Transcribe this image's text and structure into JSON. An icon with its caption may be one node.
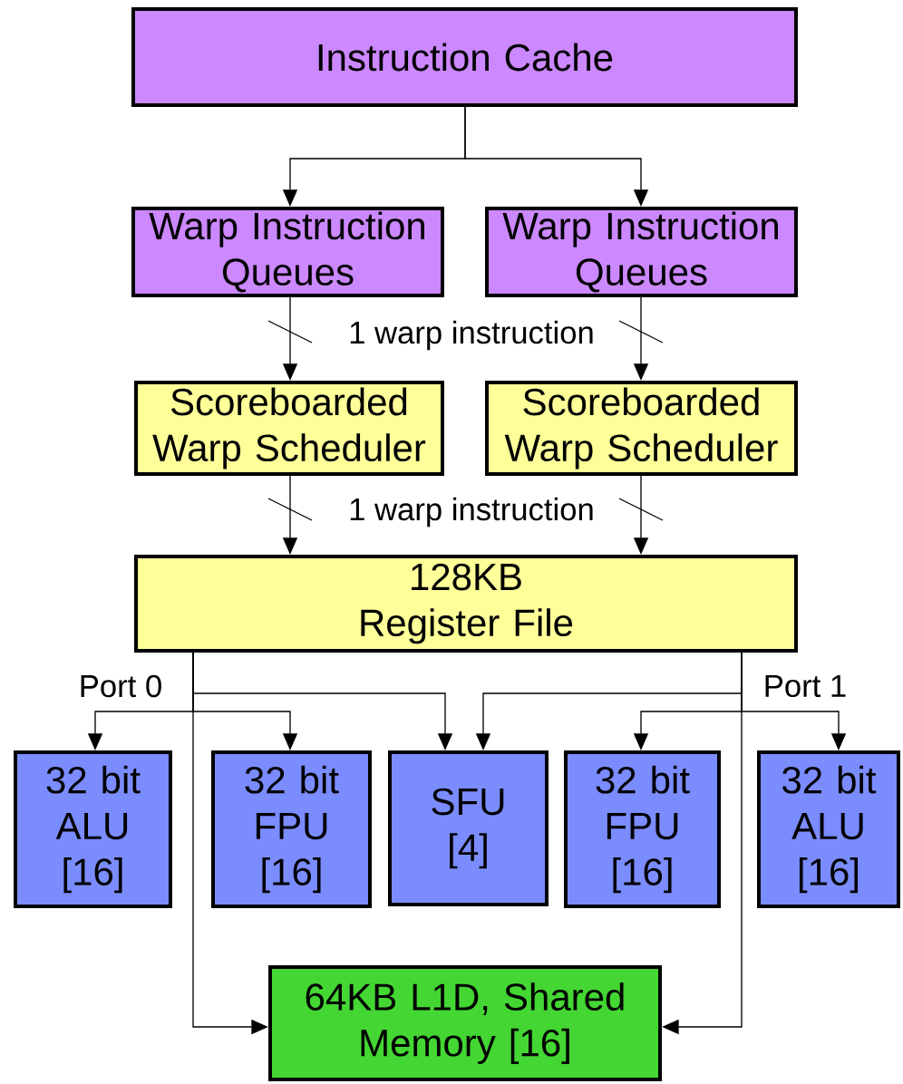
{
  "diagram": {
    "nodes": [
      {
        "text": [
          "Instruction Cache"
        ]
      },
      {
        "text": [
          "Warp Instruction Queues"
        ]
      },
      {
        "text": [
          "Warp Instruction Queues"
        ]
      },
      {
        "text": [
          "Scoreboarded Warp Scheduler"
        ]
      },
      {
        "text": [
          "Scoreboarded Warp Scheduler"
        ]
      },
      {
        "text": [
          "128KB Register File"
        ]
      },
      {
        "text": [
          "32 bit ALU [16]"
        ]
      },
      {
        "text": [
          "32 bit FPU [16]"
        ]
      },
      {
        "text": [
          "SFU [4]"
        ]
      },
      {
        "text": [
          "32 bit FPU [16]"
        ]
      },
      {
        "text": [
          "32 bit ALU [16]"
        ]
      },
      {
        "text": [
          "64KB L1D, Shared Memory [16]"
        ]
      }
    ],
    "edges": [
      {
        "from": 0,
        "to": 1,
        "arrow": "to"
      },
      {
        "from": 0,
        "to": 2,
        "arrow": "to"
      },
      {
        "from": 1,
        "to": 3,
        "arrow": "to"
      },
      {
        "from": 2,
        "to": 4,
        "arrow": "to"
      },
      {
        "from": 3,
        "to": 5,
        "arrow": "to"
      },
      {
        "from": 4,
        "to": 5,
        "arrow": "to"
      },
      {
        "from": 5,
        "to": 6,
        "arrow": "to"
      },
      {
        "from": 5,
        "to": 7,
        "arrow": "to"
      },
      {
        "from": 5,
        "to": 8,
        "arrow": "to"
      },
      {
        "from": 5,
        "to": 11,
        "arrow": "to"
      },
      {
        "from": 5,
        "to": 8,
        "arrow": "to"
      },
      {
        "from": 5,
        "to": 9,
        "arrow": "to"
      },
      {
        "from": 5,
        "to": 10,
        "arrow": "to"
      },
      {
        "from": 5,
        "to": 11,
        "arrow": "to"
      }
    ],
    "labels": [
      "1 warp instruction",
      "1 warp instruction",
      "Port 0",
      "Port 1"
    ]
  }
}
